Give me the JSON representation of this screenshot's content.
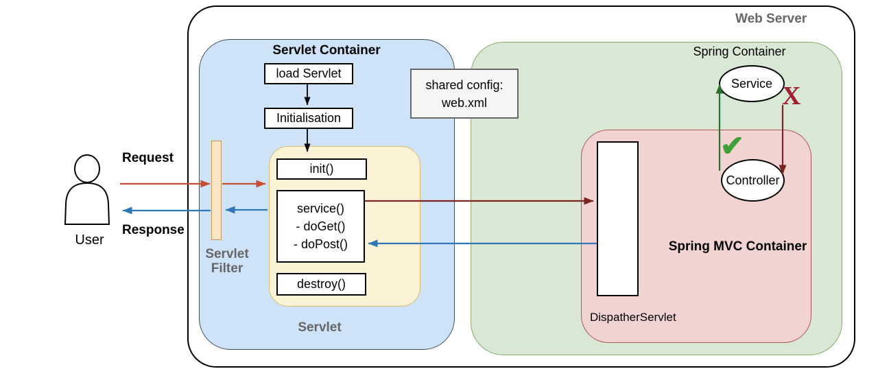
{
  "colors": {
    "servlet_container_fill": "#cfe3f8",
    "servlet_container_border": "#3d4b57",
    "spring_container_fill": "#d9e8d4",
    "spring_container_border": "#85ab6d",
    "mvc_container_fill": "#f1d3d1",
    "mvc_container_border": "#aa5a52",
    "servlet_box_fill": "#fcf2d6",
    "servlet_box_border": "#dcbd6e",
    "filter_fill": "#fae5c9",
    "filter_border": "#c8984e",
    "shared_config_fill": "#f5f5f5",
    "shared_config_border": "#676767",
    "request_arrow": "#c44e35",
    "response_arrow": "#2f77b6",
    "internal_request_arrow": "#7c2422",
    "service_call_ok": "#2d6e33",
    "check_mark": "#3fa037",
    "x_mark": "#9e2132",
    "muted_label": "#666666"
  },
  "web_server": {
    "title": "Web Server"
  },
  "user": {
    "label": "User",
    "request": "Request",
    "response": "Response"
  },
  "servlet_filter": {
    "line1": "Servlet",
    "line2": "Filter"
  },
  "servlet_container": {
    "title": "Servlet Container",
    "load_servlet": "load Servlet",
    "initialisation": "Initialisation",
    "servlet_label": "Servlet",
    "init": "init()",
    "service_line1": "service()",
    "service_line2": "- doGet()",
    "service_line3": "- doPost()",
    "destroy": "destroy()"
  },
  "shared_config": {
    "line1": "shared config:",
    "line2": "web.xml"
  },
  "spring_container": {
    "title": "Spring Container",
    "service": "Service",
    "controller": "Controller",
    "check_glyph": "✔",
    "x_glyph": "X"
  },
  "spring_mvc": {
    "title": "Spring MVC Container",
    "dispatcher": "DispatherServlet"
  }
}
